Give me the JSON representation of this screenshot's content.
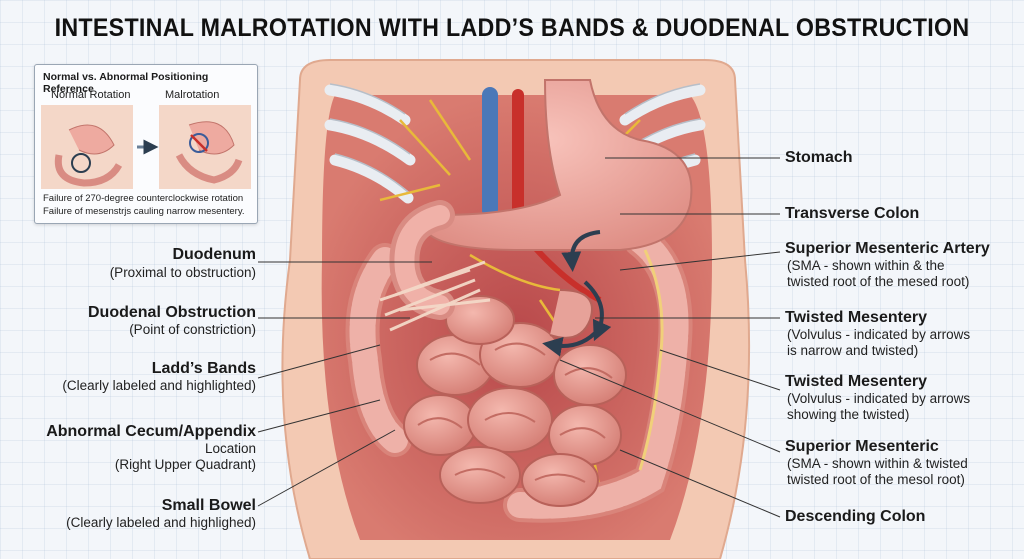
{
  "title": "INTESTINAL MALROTATION WITH LADD’S BANDS & DUODENAL OBSTRUCTION",
  "inset": {
    "title": "Normal vs. Abnormal Positioning Reference",
    "normal_caption": "Normal Rotation",
    "malrotation_caption": "Malrotation",
    "note_line1": "Failure of 270-degree counterclockwise rotation",
    "note_line2": "Failure of mesenstrjs cauling narrow mesentery."
  },
  "right_labels": [
    {
      "title": "Stomach",
      "lines": []
    },
    {
      "title": "Transverse Colon",
      "lines": []
    },
    {
      "title": "Superior Mesenteric Artery",
      "lines": [
        "(SMA - shown within & the",
        "twisted root of the mesed root)"
      ]
    },
    {
      "title": "Twisted Mesentery",
      "lines": [
        "(Volvulus - indicated by arrows",
        "is narrow and twisted)"
      ]
    },
    {
      "title": "Twisted Mesentery",
      "lines": [
        "(Volvulus - indicated by arrows",
        "showing the twisted)"
      ]
    },
    {
      "title": "Superior Mesenteric",
      "lines": [
        "(SMA - shown within & twisted",
        "twisted root of the mesol root)"
      ]
    },
    {
      "title": "Descending Colon",
      "lines": []
    }
  ],
  "left_labels": [
    {
      "title": "Duodenum",
      "lines": [
        "(Proximal to obstruction)"
      ]
    },
    {
      "title": "Duodenal Obstruction",
      "lines": [
        "(Point of constriction)"
      ]
    },
    {
      "title": "Ladd’s Bands",
      "lines": [
        "(Clearly labeled and highlighted)"
      ]
    },
    {
      "title": "Abnormal Cecum/Appendix",
      "lines": [
        "Location",
        "(Right Upper Quadrant)"
      ]
    },
    {
      "title": "Small Bowel",
      "lines": [
        "(Clearly labeled and highlighed)"
      ]
    }
  ],
  "colors": {
    "skin": "#f3c9b3",
    "cavity": "#c9615c",
    "bowel": "#e59a92",
    "stomach": "#f0aaa2",
    "rib": "#eef1f5",
    "artery": "#c8302b",
    "vein": "#4b78b8",
    "nerve": "#e8b93a",
    "arrow": "#2c3e50"
  }
}
